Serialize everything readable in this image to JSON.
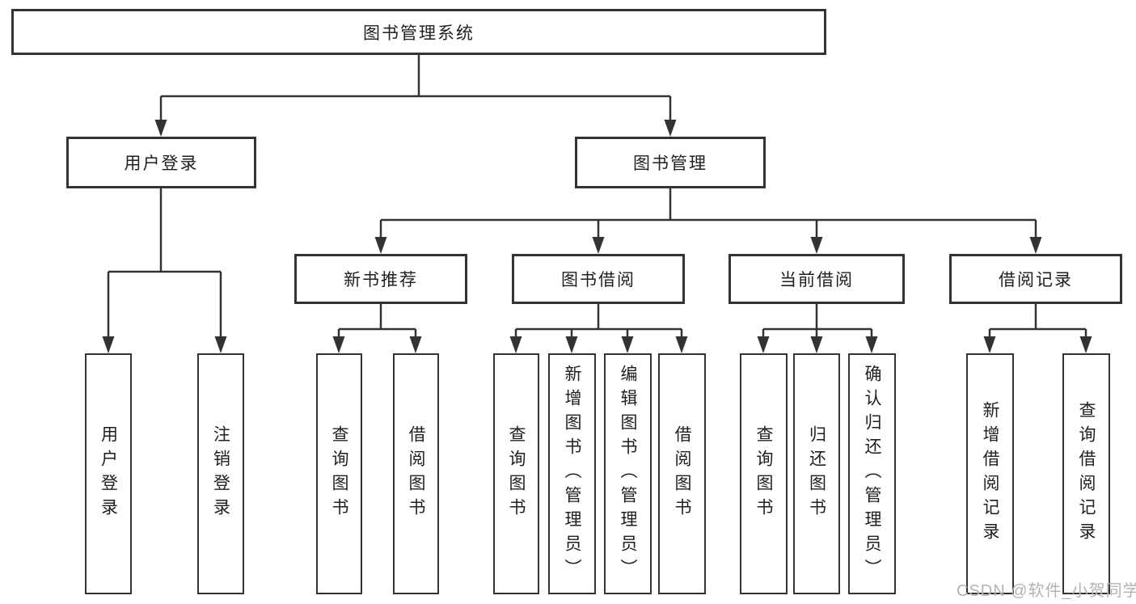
{
  "colors": {
    "line": "#333333",
    "box_border": "#333333",
    "text": "#1f1f1f",
    "watermark": "#b3b3b3",
    "background": "#ffffff"
  },
  "tree": {
    "label": "图书管理系统",
    "children": [
      {
        "label": "用户登录",
        "children": [
          {
            "label": "用户登录"
          },
          {
            "label": "注销登录"
          }
        ]
      },
      {
        "label": "图书管理",
        "children": [
          {
            "label": "新书推荐",
            "children": [
              {
                "label": "查询图书"
              },
              {
                "label": "借阅图书"
              }
            ]
          },
          {
            "label": "图书借阅",
            "children": [
              {
                "label": "查询图书"
              },
              {
                "label": "新增图书（管理员）"
              },
              {
                "label": "编辑图书（管理员）"
              },
              {
                "label": "借阅图书"
              }
            ]
          },
          {
            "label": "当前借阅",
            "children": [
              {
                "label": "查询图书"
              },
              {
                "label": "归还图书"
              },
              {
                "label": "确认归还（管理员）"
              }
            ]
          },
          {
            "label": "借阅记录",
            "children": [
              {
                "label": "新增借阅记录"
              },
              {
                "label": "查询借阅记录"
              }
            ]
          }
        ]
      }
    ]
  },
  "watermark": {
    "text": "CSDN @软件_小贺同学"
  }
}
